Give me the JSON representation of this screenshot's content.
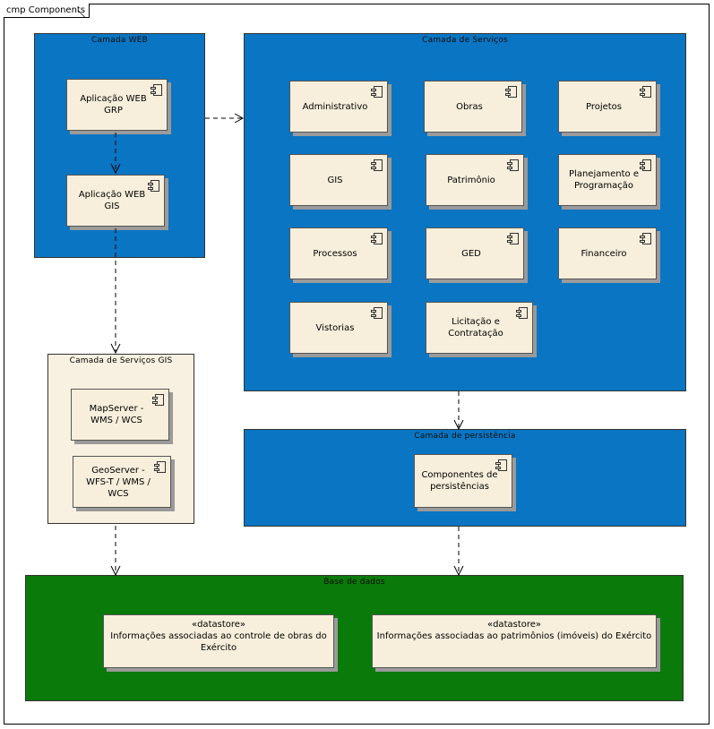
{
  "frame": {
    "label": "cmp Components"
  },
  "packages": {
    "web": {
      "title": "Camada WEB"
    },
    "servicos": {
      "title": "Camada de Serviços"
    },
    "gis": {
      "title": "Camada de Serviços GIS"
    },
    "persistencia": {
      "title": "Camada de persistência"
    },
    "base": {
      "title": "Base de dados"
    }
  },
  "components": {
    "web_grp": "Aplicação WEB GRP",
    "web_gis": "Aplicação WEB GIS",
    "administrativo": "Administrativo",
    "obras": "Obras",
    "projetos": "Projetos",
    "gis": "GIS",
    "patrimonio": "Patrimônio",
    "planejamento": "Planejamento e Programação",
    "processos": "Processos",
    "ged": "GED",
    "financeiro": "Financeiro",
    "vistorias": "Vistorias",
    "licitacao": "Licitação e Contratação",
    "mapserver": "MapServer - WMS / WCS",
    "geoserver": "GeoServer - WFS-T / WMS / WCS",
    "persist_comp": "Componentes de persistências"
  },
  "datastores": {
    "obras": {
      "stereotype": "«datastore»",
      "label": "Informações associadas ao controle de obras do Exército"
    },
    "patrimonio": {
      "stereotype": "«datastore»",
      "label": "Informações associadas ao patrimônios (imóveis) do Exército"
    }
  },
  "colors": {
    "blue_package": "#0a75c2",
    "green_package": "#0a7a0a",
    "cream": "#f7efdc"
  }
}
